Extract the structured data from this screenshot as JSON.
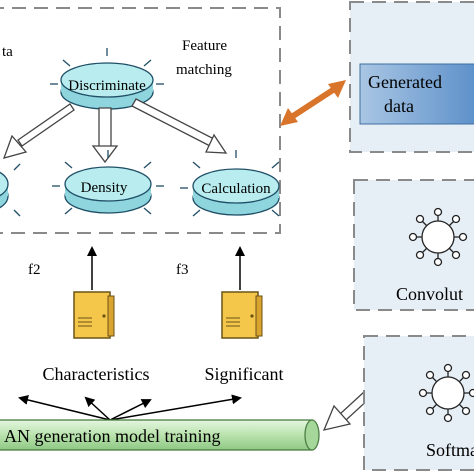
{
  "left_panel": {
    "partial_top_text": "ta",
    "feature_matching_line1": "Feature",
    "feature_matching_line2": "matching",
    "discriminate_label": "Discriminate",
    "density_label": "Density",
    "calculation_label": "Calculation",
    "f2_label": "f2",
    "f3_label": "f3",
    "characteristics_label": "Characteristics",
    "significant_label": "Significant"
  },
  "right_panel": {
    "generated_data_line1": "Generated",
    "generated_data_line2": "data",
    "convolution_label_partial": "Convolut",
    "softmax_label_partial": "Softma"
  },
  "bottom": {
    "training_pipe_label": "AN generation model training"
  },
  "colors": {
    "disk_fill": "#b8ecef",
    "disk_stroke": "#1f4f66",
    "panel_fill": "#e6eef6",
    "dash_stroke": "#8a8a8a",
    "generated_box": "#5b8fc9",
    "orange_arrow": "#d9742b",
    "door_fill": "#f4c74a",
    "pipe_fill": "#bfe6b5"
  }
}
